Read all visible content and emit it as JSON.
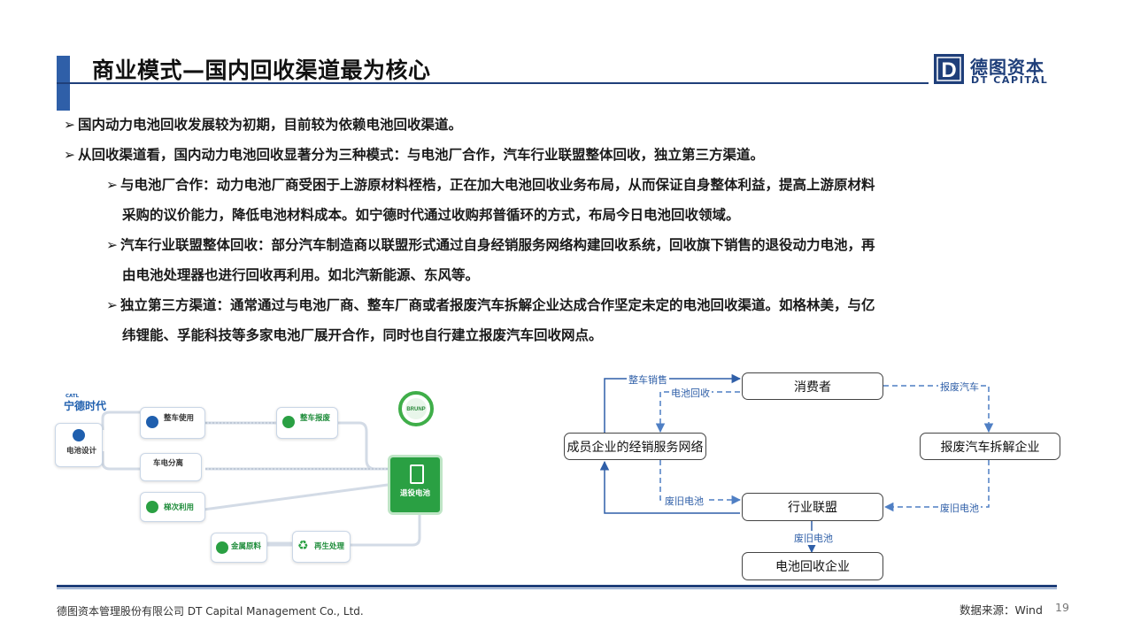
{
  "header": {
    "title": "商业模式—国内回收渠道最为核心",
    "logo_letter": "D",
    "logo_cn": "德图资本",
    "logo_en": "DT CAPITAL"
  },
  "bullets": {
    "marker": "➢",
    "b1": "国内动力电池回收发展较为初期，目前较为依赖电池回收渠道。",
    "b2": "从回收渠道看，国内动力电池回收显著分为三种模式：与电池厂合作，汽车行业联盟整体回收，独立第三方渠道。",
    "b3_line1": "与电池厂合作：动力电池厂商受困于上游原材料桎梏，正在加大电池回收业务布局，从而保证自身整体利益，提高上游原材料",
    "b3_line2": "采购的议价能力，降低电池材料成本。如宁德时代通过收购邦普循环的方式，布局今日电池回收领域。",
    "b4_line1": "汽车行业联盟整体回收：部分汽车制造商以联盟形式通过自身经销服务网络构建回收系统，回收旗下销售的退役动力电池，再",
    "b4_line2": "由电池处理器也进行回收再利用。如北汽新能源、东风等。",
    "b5_line1": "独立第三方渠道：通常通过与电池厂商、整车厂商或者报废汽车拆解企业达成合作坚定未定的电池回收渠道。如格林美，与亿",
    "b5_line2": "纬锂能、孚能科技等多家电池厂展开合作，同时也自行建立报废汽车回收网点。"
  },
  "catl_diagram": {
    "brand_small": "CATL",
    "brand": "宁德时代",
    "nodes": {
      "design": "电池设计",
      "vehicle_use": "整车使用",
      "vehicle_scrap": "整车报废",
      "separation": "车电分离",
      "cascade": "梯次利用",
      "retired": "退役电池",
      "material": "金属原料",
      "regen": "再生处理"
    },
    "badge": "BRUNP"
  },
  "alliance_diagram": {
    "nodes": {
      "consumer": "消费者",
      "dealer": "成员企业的经销服务网络",
      "scrap": "报废汽车拆解企业",
      "alliance": "行业联盟",
      "recycler": "电池回收企业"
    },
    "edges": {
      "vehicle_sales": "整车销售",
      "battery_return": "电池回收",
      "scrap_car": "报废汽车",
      "used_battery_1": "废旧电池",
      "used_battery_2": "废旧电池",
      "used_battery_3": "废旧电池"
    },
    "colors": {
      "solid": "#2f5fa8",
      "dashed": "#4f7fc4"
    }
  },
  "footer": {
    "company": "德图资本管理股份有限公司  DT Capital  Management  Co., Ltd.",
    "source": "数据来源：Wind",
    "page": "19"
  }
}
